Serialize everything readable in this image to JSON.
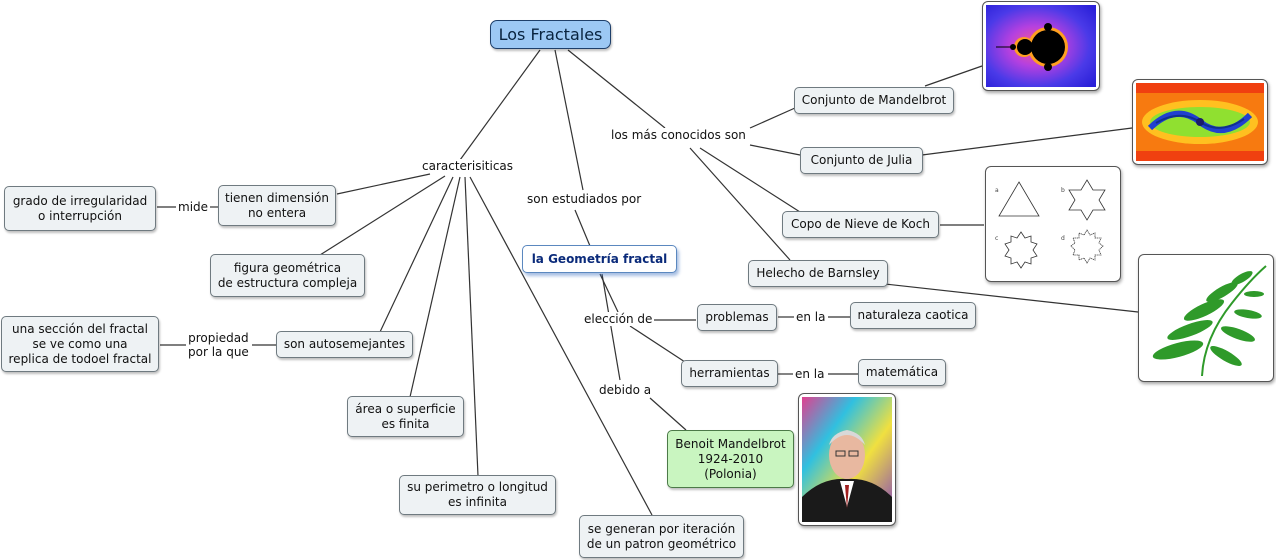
{
  "root": "Los Fractales",
  "geometry": "la Geometría  fractal",
  "links": {
    "caracteristicas": "caracterisiticas",
    "estudiados": "son estudiados por",
    "conocidos": "los más conocidos son",
    "mide": "mide",
    "propiedad": "propiedad\npor la que",
    "eleccion": "elección de",
    "debido": "debido a",
    "en_la_1": "en la",
    "en_la_2": "en la"
  },
  "concepts": {
    "grado": "grado de irregularidad\no interrupción",
    "dimension": "tienen dimensión\nno entera",
    "figura": "figura geométrica\nde estructura compleja",
    "seccion": "una sección del fractal\nse ve como una\nreplica de todoel fractal",
    "autosemejantes": "son autosemejantes",
    "area": "área o superficie\nes finita",
    "perimetro": "su perimetro o longitud\nes infinita",
    "iteracion": "se generan por iteración\nde un patron geométrico",
    "mandelbrot_set": "Conjunto de Mandelbrot",
    "julia": "Conjunto de Julia",
    "koch": "Copo de Nieve de Koch",
    "barnsley": "Helecho de Barnsley",
    "problemas": "problemas",
    "caotica": "naturaleza caotica",
    "herramientas": "herramientas",
    "matematica": "matemática",
    "benoit": "Benoit Mandelbrot\n1924-2010\n(Polonia)"
  },
  "koch_panel_letters": [
    "a",
    "b",
    "c",
    "d"
  ],
  "colors": {
    "root_fill": "#9cc8f4",
    "node_fill": "#eef2f4",
    "person_fill": "#c9f5c0",
    "geometry_text": "#0a2a7a",
    "fern_green": "#2f9a2a"
  }
}
